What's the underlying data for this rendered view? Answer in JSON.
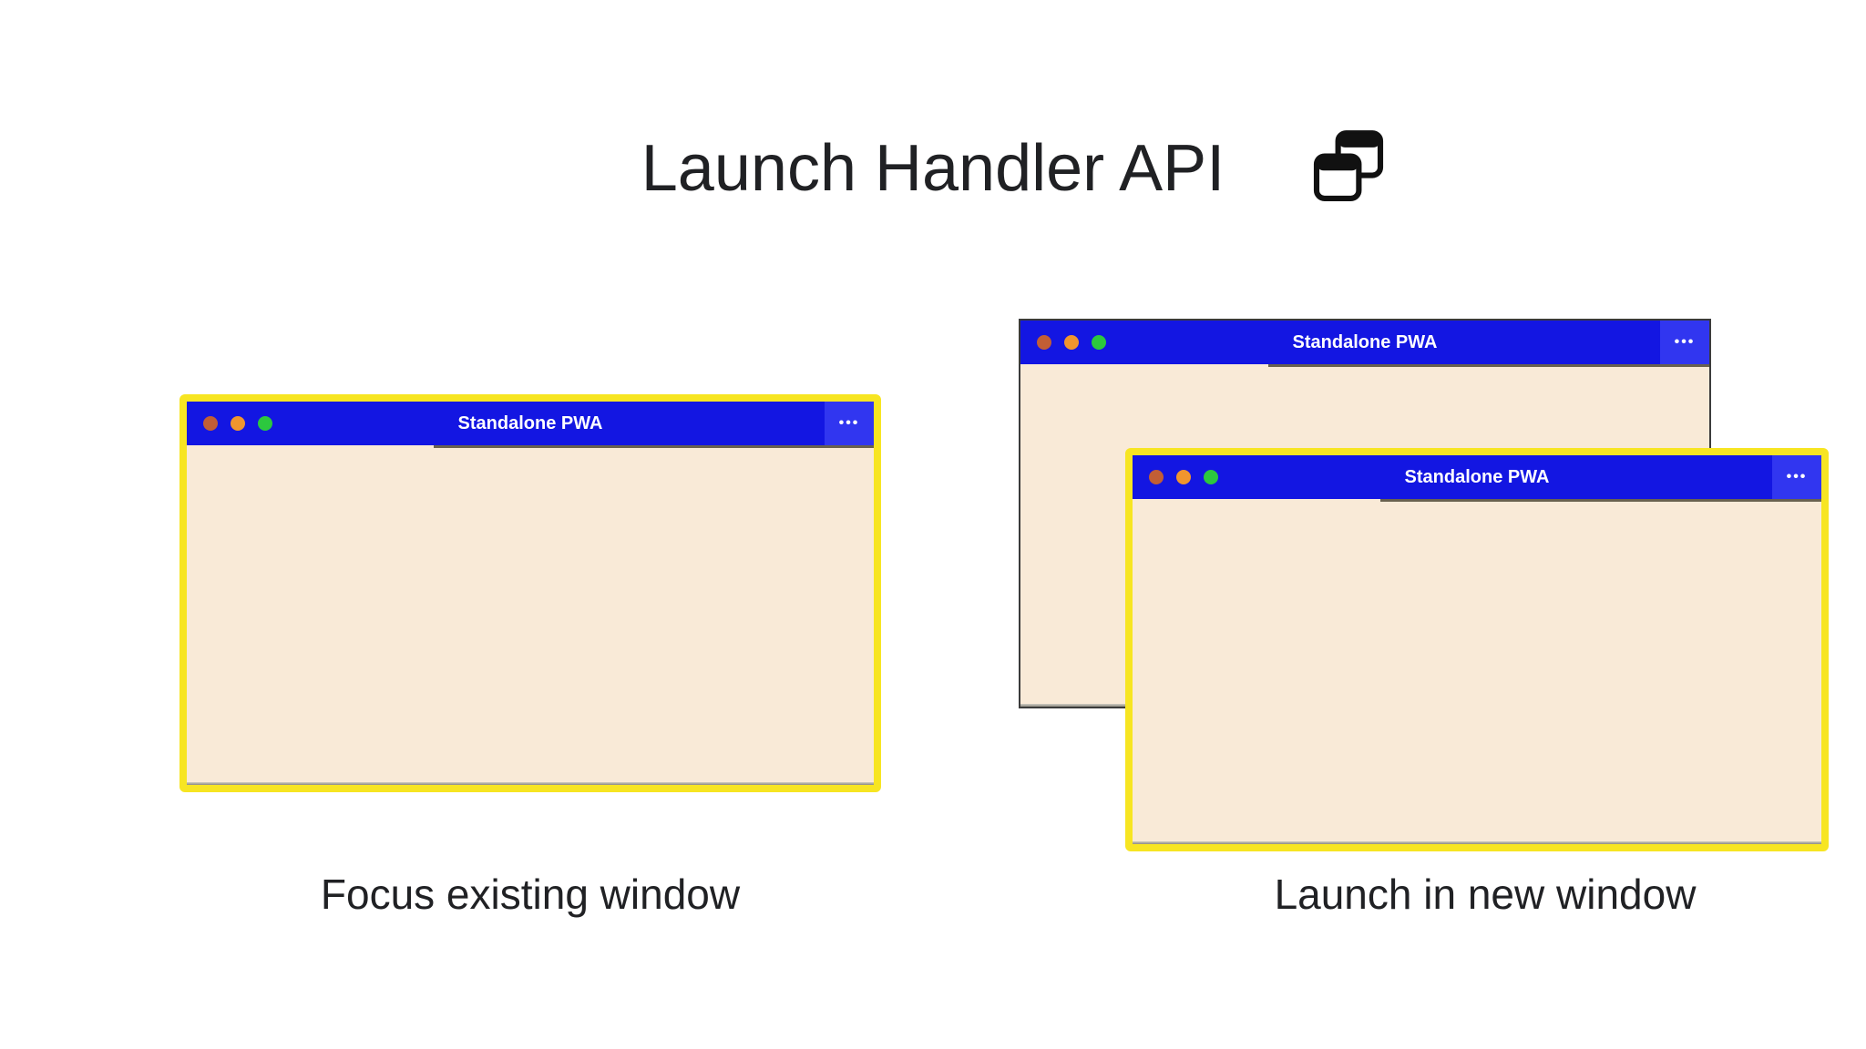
{
  "header": {
    "title": "Launch Handler API",
    "icon": "overlapping-windows"
  },
  "icons": {
    "overflow_menu": "•••"
  },
  "colors": {
    "page_bg": "#ffffff",
    "text": "#202124",
    "titlebar_blue": "#1316e2",
    "titlebar_menu_blue": "#3136f0",
    "titlebar_text": "#ffffff",
    "window_body": "#f9ead7",
    "focus_border_yellow": "#f7e522",
    "back_window_border": "#3b3b3b",
    "traffic_light_red": "#c25e35",
    "traffic_light_orange": "#f0952e",
    "traffic_light_green": "#2cc83e"
  },
  "figures": {
    "focus_existing": {
      "caption": "Focus existing window",
      "window": {
        "title": "Standalone PWA"
      }
    },
    "launch_new": {
      "caption": "Launch in new window",
      "back_window": {
        "title": "Standalone PWA"
      },
      "front_window": {
        "title": "Standalone PWA"
      }
    }
  }
}
